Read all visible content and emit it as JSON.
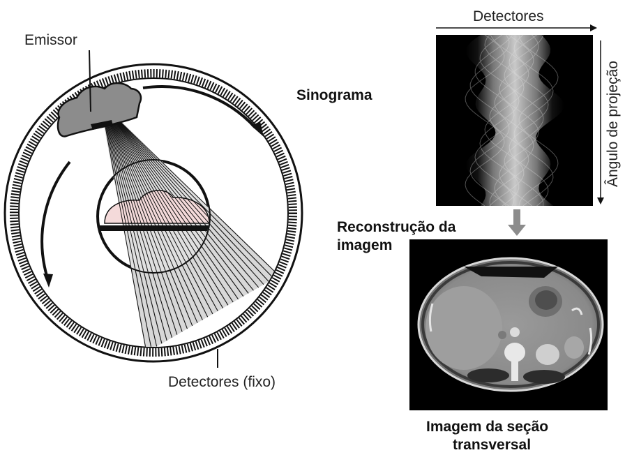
{
  "labels": {
    "emissor": "Emissor",
    "detectores_fixo": "Detectores (fixo)",
    "detectores": "Detectores",
    "angulo": "Ângulo de projeção",
    "sinograma": "Sinograma",
    "reconstrucao_line1": "Reconstrução da",
    "reconstrucao_line2": "imagem",
    "imagem_secao_line1": "Imagem da seção",
    "imagem_secao_line2": "transversal"
  },
  "colors": {
    "ink": "#111111",
    "body_tissue": "#f4dada",
    "sinogram_bg": "#000000",
    "arrow_gray": "#8c8c8c"
  }
}
